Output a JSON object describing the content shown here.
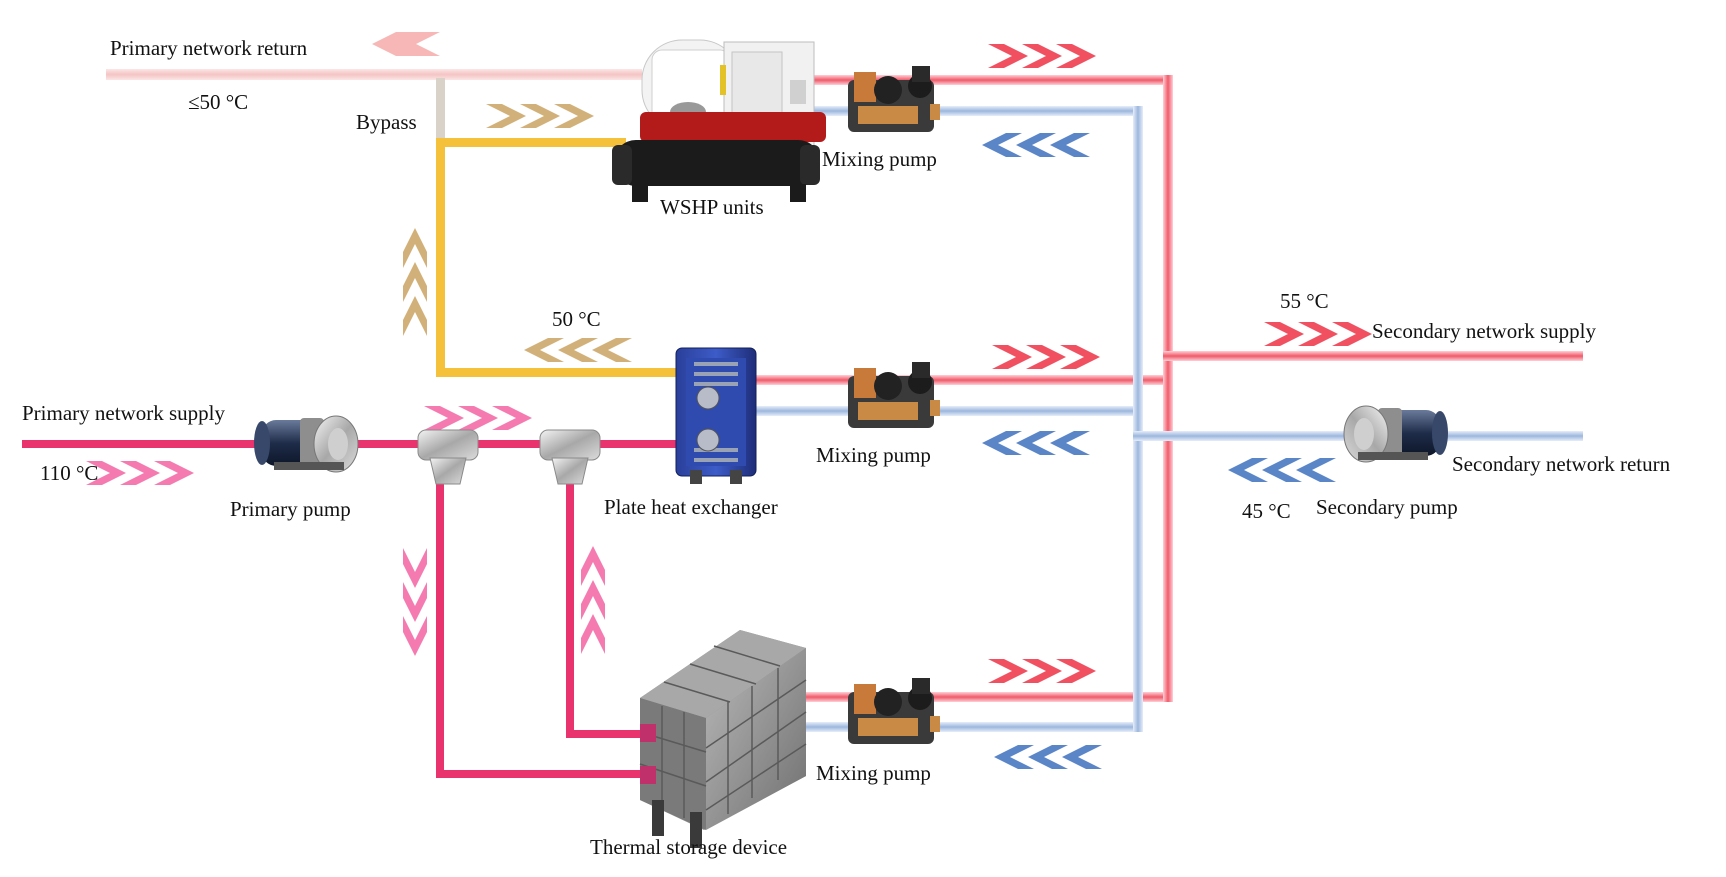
{
  "labels": {
    "primary_return": "Primary network return",
    "return_temp": "≤50 °C",
    "bypass": "Bypass",
    "wshp_units": "WSHP  units",
    "mixing_pump_top": "Mixing  pump",
    "mixing_pump_mid": "Mixing  pump",
    "mixing_pump_bot": "Mixing  pump",
    "hx_out_temp": "50 °C",
    "primary_supply": "Primary network supply",
    "supply_temp": "110 °C",
    "primary_pump": "Primary  pump",
    "plate_hx": "Plate  heat  exchanger",
    "thermal_storage": "Thermal  storage  device",
    "sec_supply_temp": "55 °C",
    "secondary_supply": "Secondary network supply",
    "secondary_return": "Secondary network return",
    "sec_return_temp": "45 °C",
    "secondary_pump": "Secondary  pump"
  },
  "colors": {
    "primary_supply_pipe": "#e8336f",
    "primary_return_pipe": "#f4c9c9",
    "bypass_pipe": "#f5c03a",
    "secondary_supply_pipe": "#f05a6a",
    "secondary_return_pipe": "#9db6dd",
    "hot_arrow": "#f04060",
    "cold_arrow": "#4d7cc2",
    "bypass_arrow": "#c8a060",
    "pink_arrow": "#f060a0"
  },
  "icons": [
    "pump-icon",
    "heat-pump-unit-icon",
    "plate-heat-exchanger-icon",
    "thermal-storage-tank-icon",
    "tee-fitting-icon",
    "mixing-pump-icon",
    "flow-arrow-icon"
  ]
}
